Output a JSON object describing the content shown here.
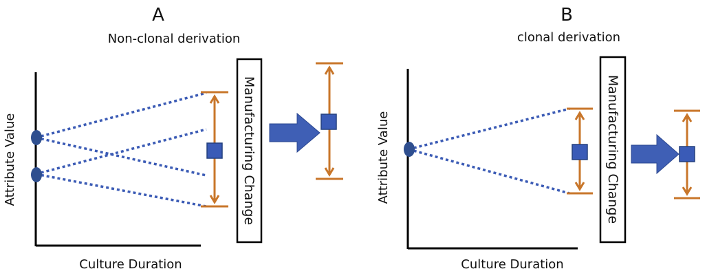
{
  "colors": {
    "axis": "#000000",
    "dotted": "#3b5bb5",
    "start_dot": "#2f4f8f",
    "range_bar": "#c8762a",
    "marker": "#3a5bb7",
    "arrow": "#3f5fb5",
    "text": "#111111"
  },
  "panels": [
    {
      "letter": "A",
      "subtitle": "Non-clonal derivation",
      "ylabel": "Attribute Value",
      "xlabel": "Culture Duration",
      "box_label": "Manufacturing Change"
    },
    {
      "letter": "B",
      "subtitle": "clonal derivation",
      "ylabel": "Attribute Value",
      "xlabel": "Culture Duration",
      "box_label": "Manufacturing Change"
    }
  ]
}
